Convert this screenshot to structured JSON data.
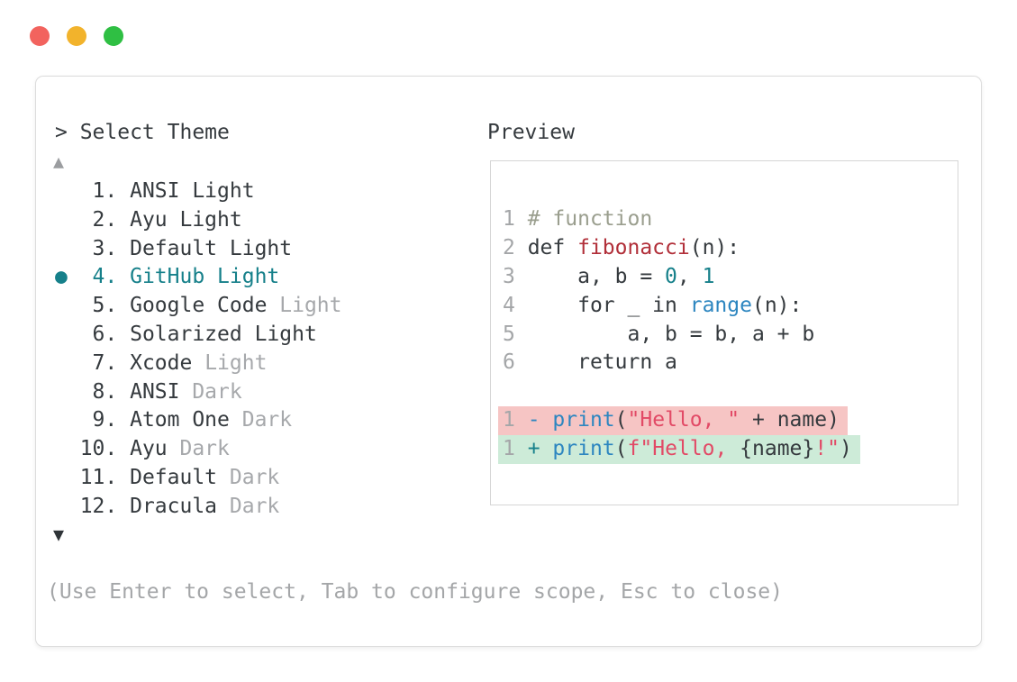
{
  "colors": {
    "accent_teal": "#16808a",
    "text_dark": "#353a3e",
    "text_gray": "#a6a8ab",
    "dialog_border": "#dcdcdc",
    "preview_border": "#d6d6d6",
    "diff_removed_bg": "#f6c5c4",
    "diff_added_bg": "#cdebd8",
    "code_comment": "#9a9e8e",
    "code_function": "#b12f39",
    "code_number": "#16808a",
    "code_builtin": "#2d86c0",
    "code_string": "#e24a66"
  },
  "window": {
    "controls": [
      {
        "name": "close",
        "color": "#f2635e"
      },
      {
        "name": "minimize",
        "color": "#f2b32c"
      },
      {
        "name": "zoom",
        "color": "#2fbf43"
      }
    ]
  },
  "dialog": {
    "prompt": "> Select Theme",
    "scroll_up_glyph": "▲",
    "scroll_down_glyph": "▼",
    "selected_bullet_glyph": "●",
    "footer_hint": "(Use Enter to select, Tab to configure scope, Esc to close)",
    "theme_list": [
      {
        "number": "1.",
        "name": "ANSI Light",
        "suffix": "",
        "selected": false
      },
      {
        "number": "2.",
        "name": "Ayu Light",
        "suffix": "",
        "selected": false
      },
      {
        "number": "3.",
        "name": "Default Light",
        "suffix": "",
        "selected": false
      },
      {
        "number": "4.",
        "name": "GitHub Light",
        "suffix": "",
        "selected": true
      },
      {
        "number": "5.",
        "name": "Google Code",
        "suffix": "Light",
        "selected": false
      },
      {
        "number": "6.",
        "name": "Solarized Light",
        "suffix": "",
        "selected": false
      },
      {
        "number": "7.",
        "name": "Xcode",
        "suffix": "Light",
        "selected": false
      },
      {
        "number": "8.",
        "name": "ANSI",
        "suffix": "Dark",
        "selected": false
      },
      {
        "number": "9.",
        "name": "Atom One",
        "suffix": "Dark",
        "selected": false
      },
      {
        "number": "10.",
        "name": "Ayu",
        "suffix": "Dark",
        "selected": false
      },
      {
        "number": "11.",
        "name": "Default",
        "suffix": "Dark",
        "selected": false
      },
      {
        "number": "12.",
        "name": "Dracula",
        "suffix": "Dark",
        "selected": false
      }
    ],
    "preview": {
      "label": "Preview",
      "code_lines": [
        {
          "num": "1",
          "diff": "",
          "tokens": [
            [
              "# function",
              "comment"
            ]
          ]
        },
        {
          "num": "2",
          "diff": "",
          "tokens": [
            [
              "def ",
              "text"
            ],
            [
              "fibonacci",
              "func"
            ],
            [
              "(n):",
              "text"
            ]
          ]
        },
        {
          "num": "3",
          "diff": "",
          "tokens": [
            [
              "    a, b = ",
              "text"
            ],
            [
              "0",
              "teal"
            ],
            [
              ", ",
              "text"
            ],
            [
              "1",
              "teal"
            ]
          ]
        },
        {
          "num": "4",
          "diff": "",
          "tokens": [
            [
              "    for _ in ",
              "text"
            ],
            [
              "range",
              "blue"
            ],
            [
              "(n):",
              "text"
            ]
          ]
        },
        {
          "num": "5",
          "diff": "",
          "tokens": [
            [
              "        a, b = b, a + b",
              "text"
            ]
          ]
        },
        {
          "num": "6",
          "diff": "",
          "tokens": [
            [
              "    return a",
              "text"
            ]
          ]
        },
        {
          "num": "",
          "diff": "",
          "tokens": []
        },
        {
          "num": "1",
          "diff": "removed",
          "tokens": [
            [
              "-",
              "blue"
            ],
            [
              " ",
              "text"
            ],
            [
              "print",
              "blue"
            ],
            [
              "(",
              "text"
            ],
            [
              "\"Hello, \"",
              "string"
            ],
            [
              " + name)",
              "text"
            ]
          ]
        },
        {
          "num": "1",
          "diff": "added",
          "tokens": [
            [
              "+",
              "teal"
            ],
            [
              " ",
              "text"
            ],
            [
              "print",
              "blue"
            ],
            [
              "(",
              "text"
            ],
            [
              "f\"Hello, ",
              "string"
            ],
            [
              "{name}",
              "text"
            ],
            [
              "!\"",
              "string"
            ],
            [
              ")",
              "text"
            ]
          ]
        }
      ]
    }
  }
}
